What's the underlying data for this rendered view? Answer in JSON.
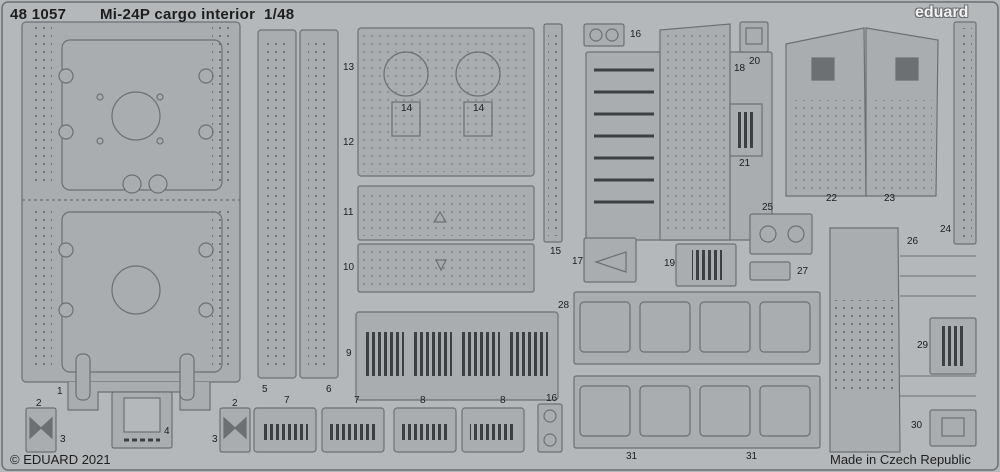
{
  "header": {
    "kit_number": "48 1057",
    "title": "Mi-24P  cargo interior",
    "scale": "1/48"
  },
  "brand_logo": "eduard",
  "footer": {
    "copyright": "© EDUARD 2021",
    "origin": "Made in Czech Republic"
  },
  "part_labels": {
    "p1": "1",
    "p2a": "2",
    "p3a": "3",
    "p4": "4",
    "p2b": "2",
    "p3b": "3",
    "p5": "5",
    "p6": "6",
    "p7a": "7",
    "p7b": "7",
    "p8a": "8",
    "p8b": "8",
    "p9": "9",
    "p10": "10",
    "p11": "11",
    "p12": "12",
    "p13": "13",
    "p14a": "14",
    "p14b": "14",
    "p15": "15",
    "p16a": "16",
    "p16b": "16",
    "p17": "17",
    "p18": "18",
    "p19": "19",
    "p20": "20",
    "p21": "21",
    "p22": "22",
    "p23": "23",
    "p24": "24",
    "p25": "25",
    "p26": "26",
    "p27": "27",
    "p28": "28",
    "p29": "29",
    "p30": "30",
    "p31a": "31",
    "p31b": "31"
  },
  "colors": {
    "fret": "#b4b8bb",
    "part": "#a9adb0",
    "edge": "#6d7073",
    "rivet": "#5f6366",
    "dark": "#3d4043",
    "light": "#d4d7d9"
  }
}
